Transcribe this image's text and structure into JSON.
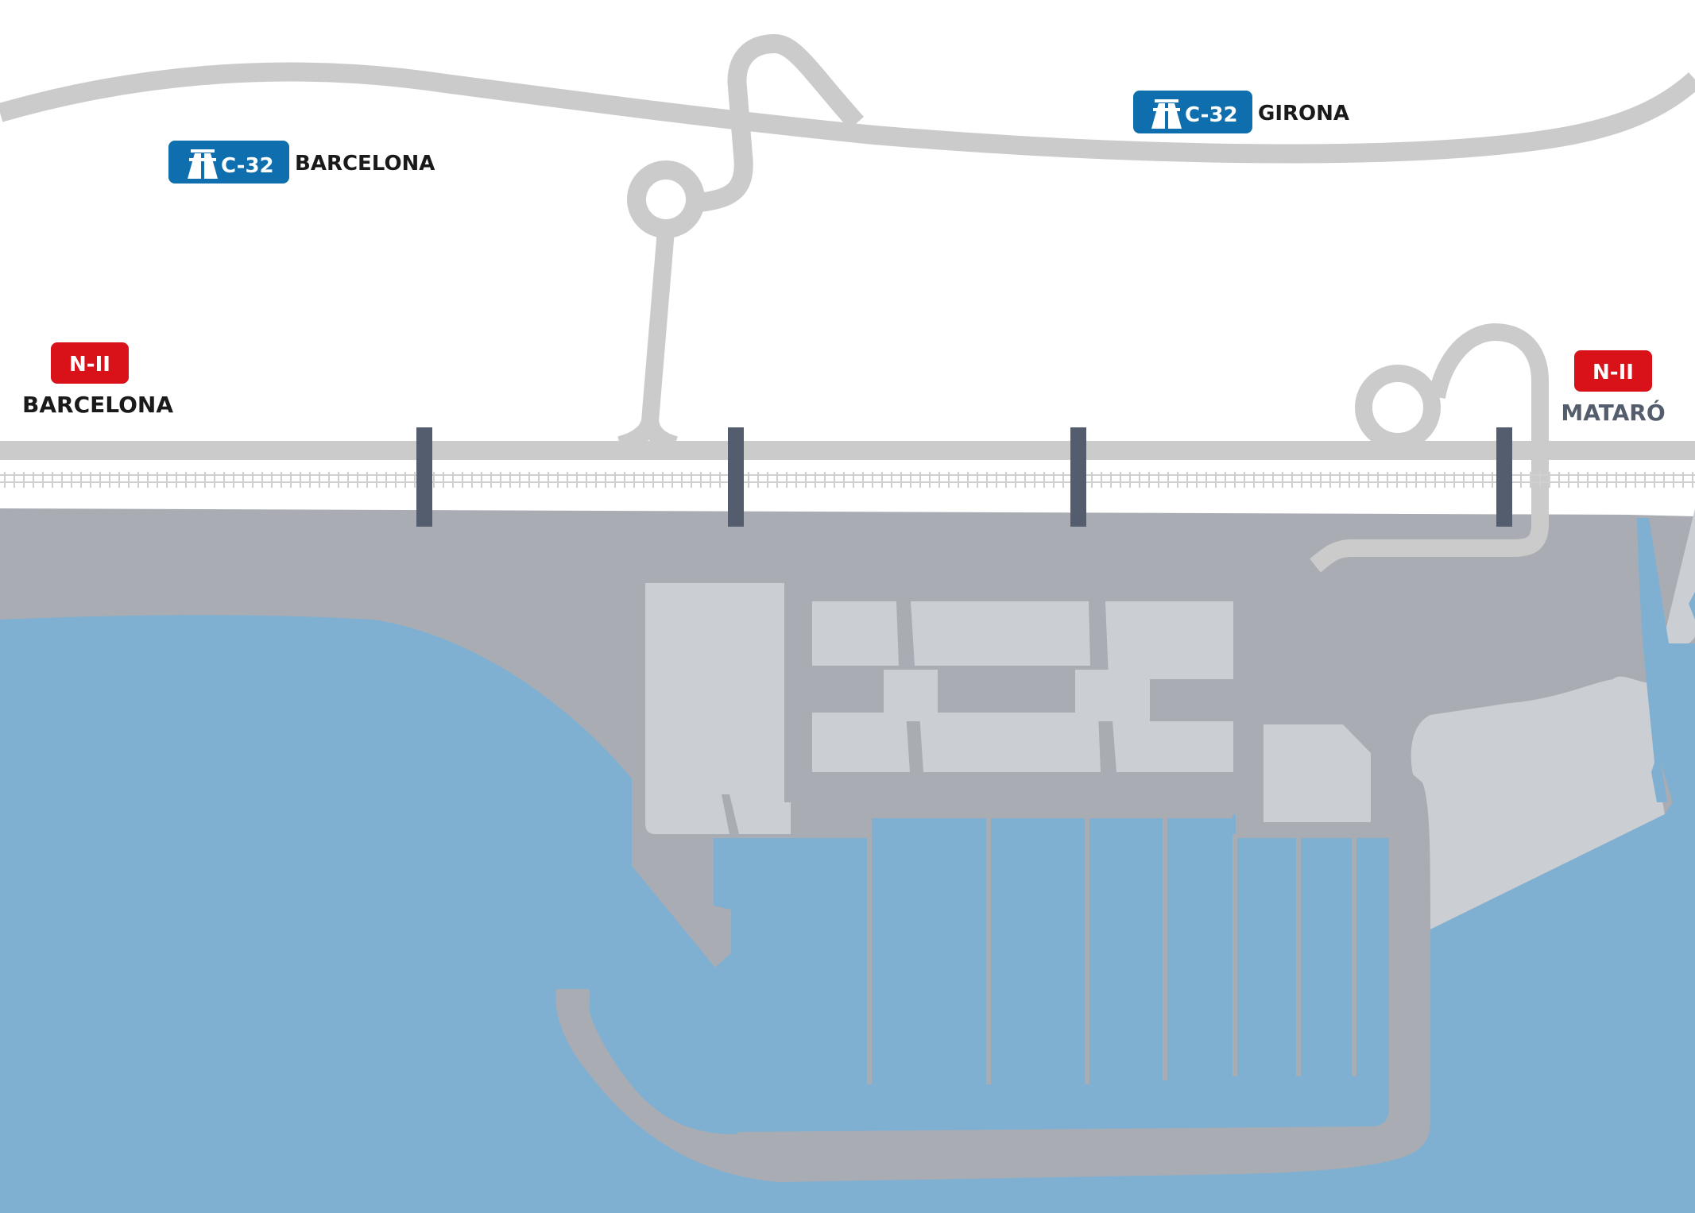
{
  "colors": {
    "water": "#7fb0d2",
    "land": "#a9acb3",
    "buildings": "#cbced3",
    "roads": "#cbcbcb",
    "bridges": "#545d6d",
    "motorway_sign": "#0f6fae",
    "national_road_sign": "#d9121a",
    "label_dark": "#1a1a1a",
    "label_grey": "#545d6d"
  },
  "roads": {
    "c32_west": {
      "code": "C-32",
      "destination": "BARCELONA",
      "icon": "motorway-icon"
    },
    "c32_east": {
      "code": "C-32",
      "destination": "GIRONA",
      "icon": "motorway-icon"
    },
    "n2_west": {
      "code": "N-II",
      "destination": "BARCELONA"
    },
    "n2_east": {
      "code": "N-II",
      "destination": "MATARÓ"
    }
  }
}
